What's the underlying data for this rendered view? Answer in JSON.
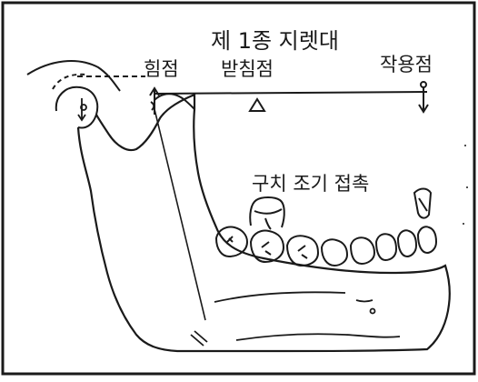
{
  "title": "제 1종 지렛대",
  "labels": {
    "effort": "힘점",
    "fulcrum": "받침점",
    "load": "작용점",
    "premature_contact": "구치 조기 접촉"
  },
  "colors": {
    "ink": "#1a1a1a",
    "background": "#ffffff"
  }
}
